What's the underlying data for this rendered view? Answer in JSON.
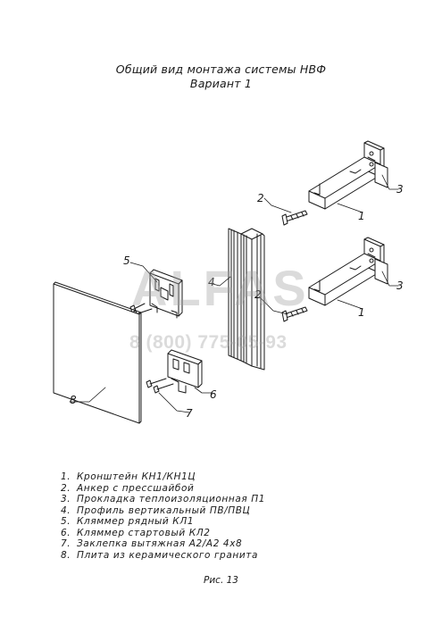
{
  "title_line1": "Общий вид монтажа системы НВФ",
  "title_line2": "Вариант 1",
  "callouts": {
    "c1a": "1",
    "c1b": "1",
    "c2a": "2",
    "c2b": "2",
    "c3a": "3",
    "c3b": "3",
    "c4": "4",
    "c5": "5",
    "c6": "6",
    "c7": "7",
    "c8": "8"
  },
  "legend": [
    {
      "num": "1.",
      "text": "Кронштейн КН1/КН1Ц"
    },
    {
      "num": "2.",
      "text": "Анкер с прессшайбой"
    },
    {
      "num": "3.",
      "text": "Прокладка теплоизоляционная П1"
    },
    {
      "num": "4.",
      "text": "Профиль вертикальный ПВ/ПВЦ"
    },
    {
      "num": "5.",
      "text": "Кляммер рядный КЛ1"
    },
    {
      "num": "6.",
      "text": "Кляммер стартовый КЛ2"
    },
    {
      "num": "7.",
      "text": "Заклепка вытяжная А2/А2 4х8"
    },
    {
      "num": "8.",
      "text": "Плита из керамического гранита"
    }
  ],
  "figure_label": "Рис. 13",
  "watermark": {
    "logo": "ALFAS",
    "phone": "8 (800) 775-05-93"
  }
}
